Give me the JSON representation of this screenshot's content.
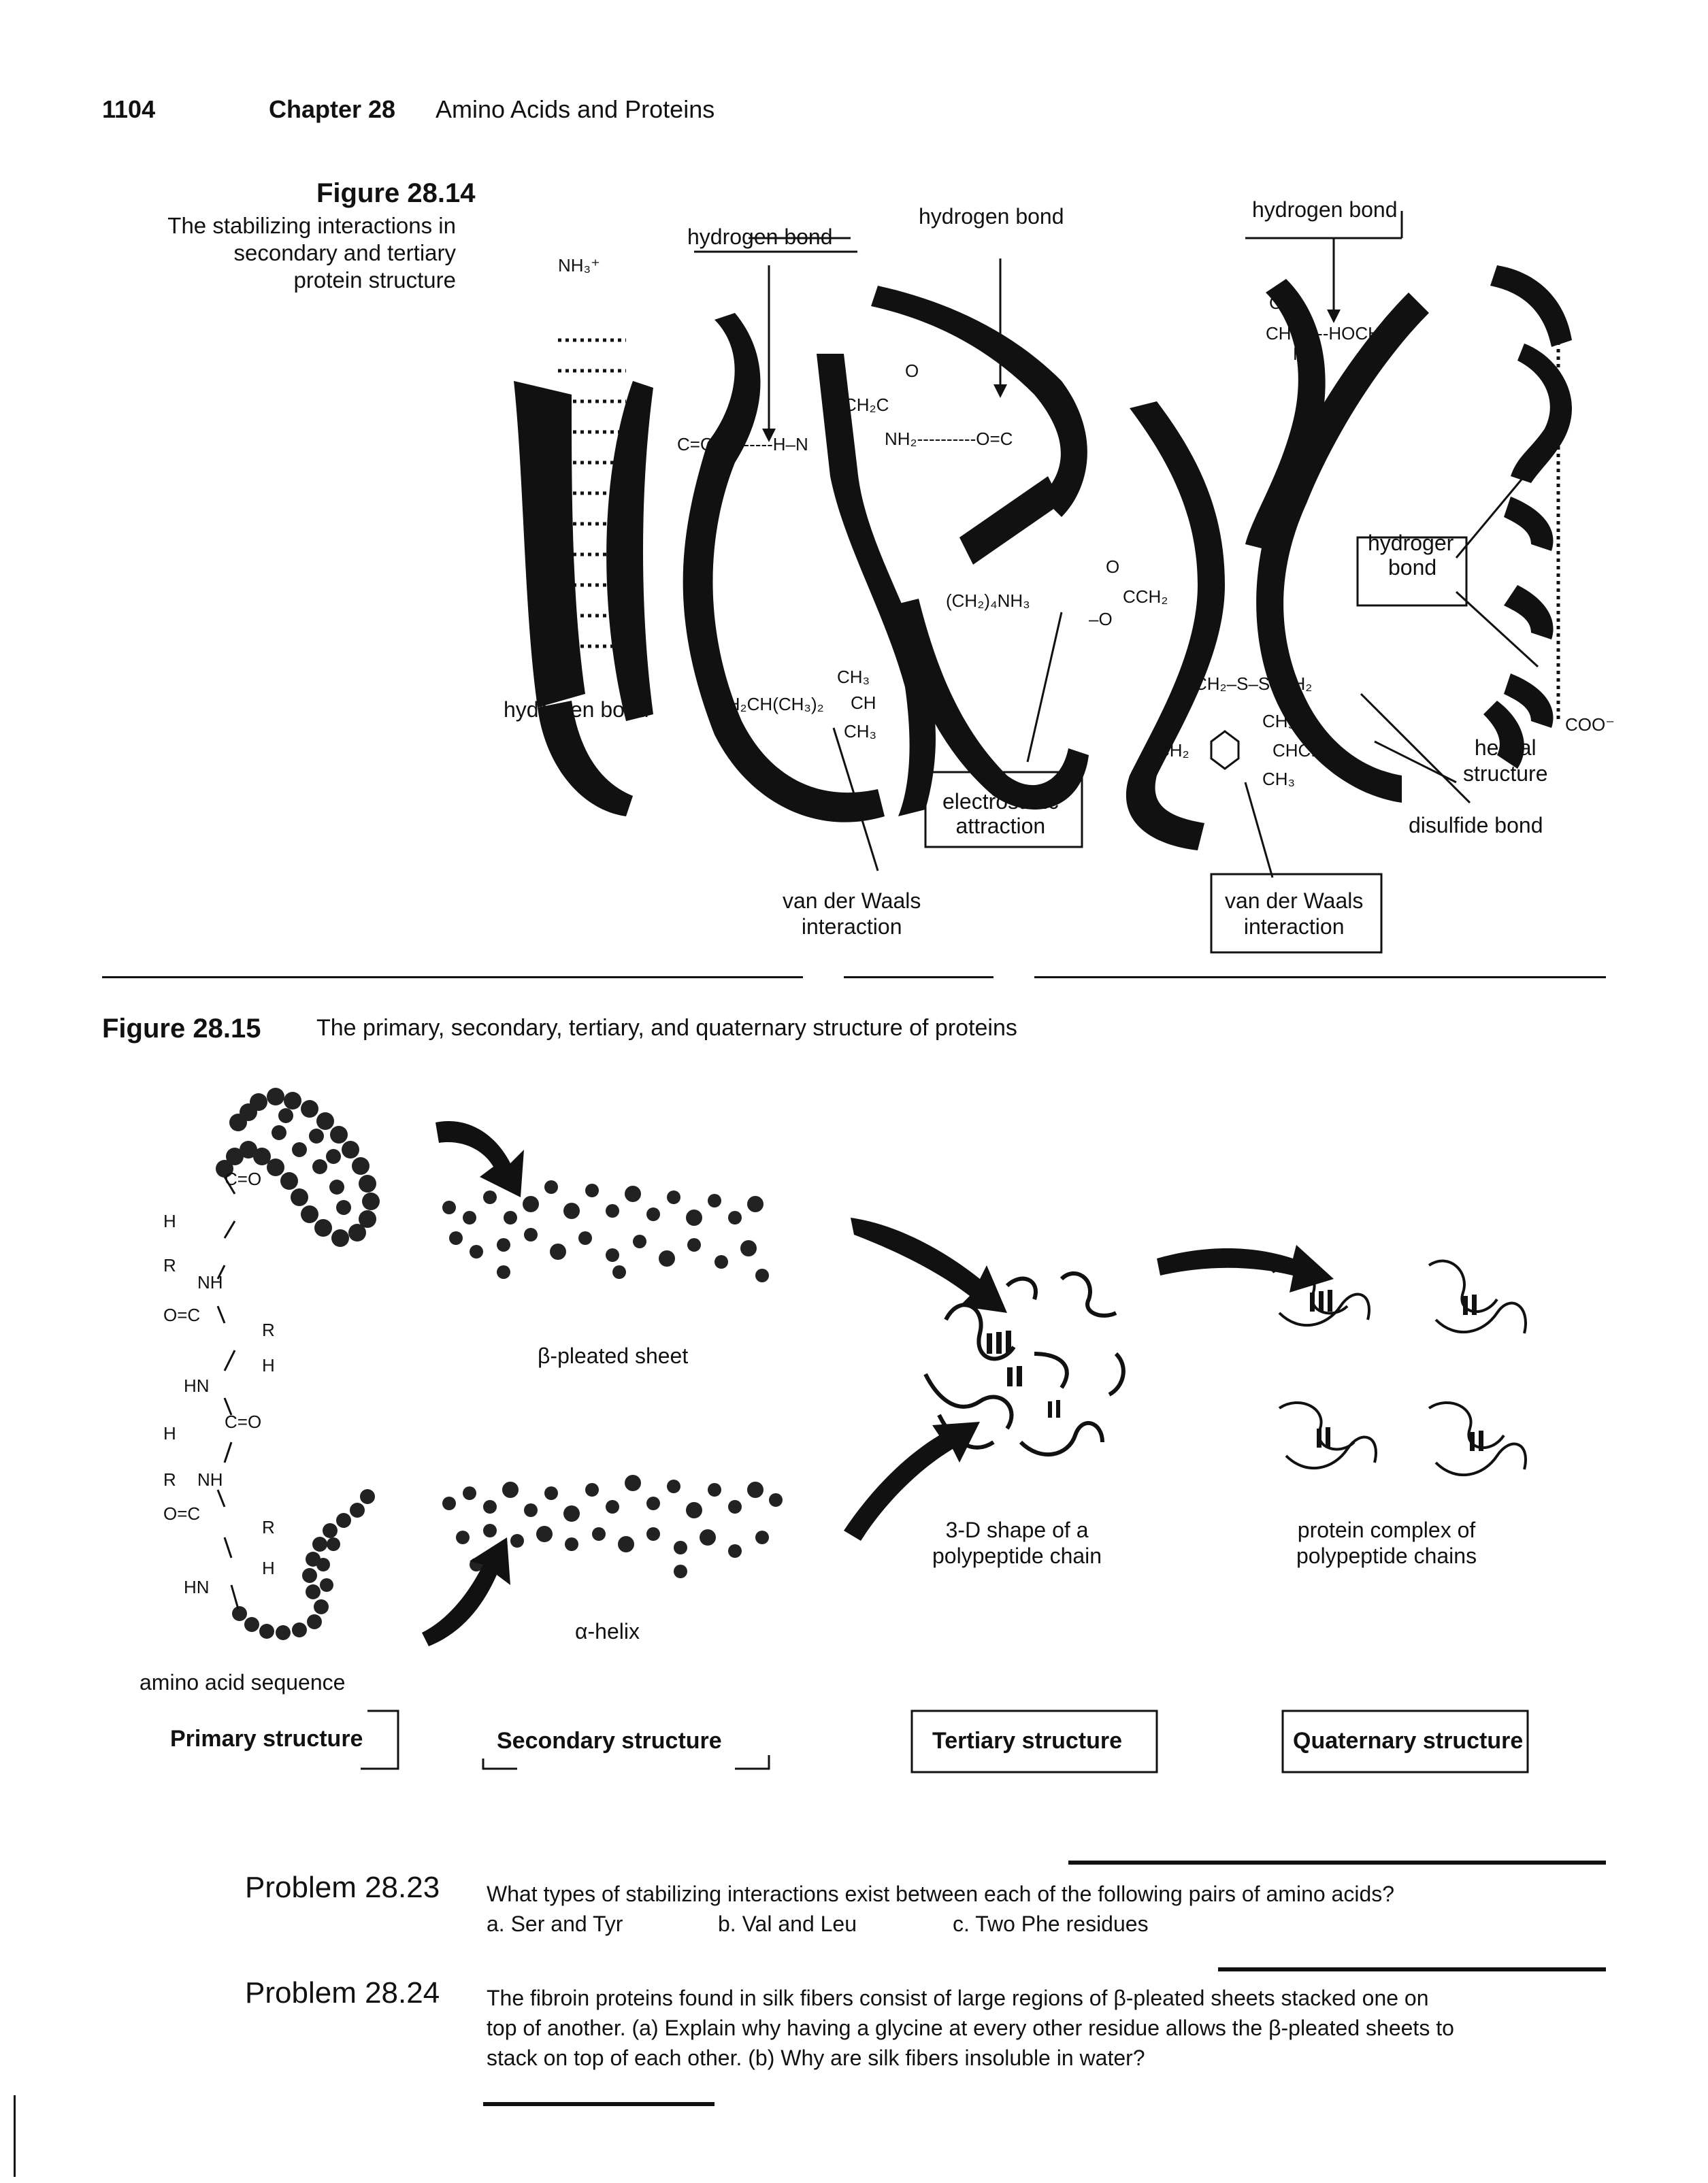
{
  "header": {
    "page_number": "1104",
    "chapter": "Chapter 28",
    "chapter_title": "Amino Acids and Proteins"
  },
  "figure_28_14": {
    "label": "Figure 28.14",
    "caption_lines": [
      "The stabilizing interactions in",
      "secondary and tertiary",
      "protein structure"
    ],
    "labels": {
      "hydrogen_bond_1": "hydrogen bond",
      "hydrogen_bond_2": "hydrogen bond",
      "hydrogen_bond_3": "hydrogen bond",
      "hydrogen_bond_left": "hydrogen bond",
      "hydrogen_bond_right_l1": "hydroger",
      "hydrogen_bond_right_l2": "bond",
      "electrostatic_l1": "electrostatic",
      "electrostatic_l2": "attraction",
      "vdw_1_l1": "van der Waals",
      "vdw_1_l2": "interaction",
      "vdw_2_l1": "van der Waals",
      "vdw_2_l2": "interaction",
      "helical_l1": "helical",
      "helical_l2": "structure",
      "disulfide": "disulfide bond",
      "nh3": "NH₃⁺",
      "coo": "COO⁻",
      "chem_co_hn": "C=O----------H–N",
      "chem_ch2c": "CH₂C",
      "chem_o_top": "O",
      "chem_nh2": "NH₂----------O=C",
      "chem_lys": "(CH₂)₄NH₃",
      "chem_ch3_top": "CH₃",
      "chem_leu": "CH₂CH(CH₃)₂",
      "chem_ch": "CH",
      "chem_ch3_bot": "CH₃",
      "chem_ser_ch3": "CH₃",
      "chem_ser": "CHO----HOCH₂",
      "chem_ser_h": "H",
      "chem_asp_o": "O",
      "chem_asp": "CCH₂",
      "chem_asp_ominus": "–O",
      "chem_disulfide": "CH₂–S–S–CH₂",
      "chem_phe_ch2": "CH₂",
      "chem_val_ch3a": "CH₃",
      "chem_val": "CHCH₂",
      "chem_val_ch3b": "CH₃"
    }
  },
  "figure_28_15": {
    "label": "Figure 28.15",
    "caption": "The primary, secondary, tertiary, and quaternary structure of proteins",
    "labels": {
      "beta_sheet": "β-pleated sheet",
      "alpha_helix": "α-helix",
      "shape_l1": "3-D shape of a",
      "shape_l2": "polypeptide chain",
      "complex_l1": "protein complex of",
      "complex_l2": "polypeptide chains",
      "amino_seq": "amino acid sequence"
    },
    "chem": {
      "h1": "H",
      "c1": "C=O",
      "r1": "R",
      "nh1": "NH",
      "oc1": "O=C",
      "r2": "R",
      "h2": "H",
      "hn1": "HN",
      "c2": "C=O",
      "h3": "H",
      "r3": "R",
      "nh2": "NH",
      "oc2": "O=C",
      "r4": "R",
      "h4": "H",
      "hn2": "HN"
    },
    "structures": {
      "primary": "Primary structure",
      "secondary": "Secondary structure",
      "tertiary": "Tertiary structure",
      "quaternary": "Quaternary structure"
    }
  },
  "problems": [
    {
      "label": "Problem 28.23",
      "text": "What types of stabilizing interactions exist between each of the following pairs of amino acids?",
      "options": [
        "a. Ser and Tyr",
        "b. Val and Leu",
        "c. Two Phe residues"
      ]
    },
    {
      "label": "Problem 28.24",
      "lines": [
        "The fibroin proteins found in silk fibers consist of large regions of β-pleated sheets stacked one on",
        "top of another. (a) Explain why having a glycine at every other residue allows the β-pleated sheets to",
        "stack on top of each other. (b) Why are silk fibers insoluble in water?"
      ]
    }
  ]
}
